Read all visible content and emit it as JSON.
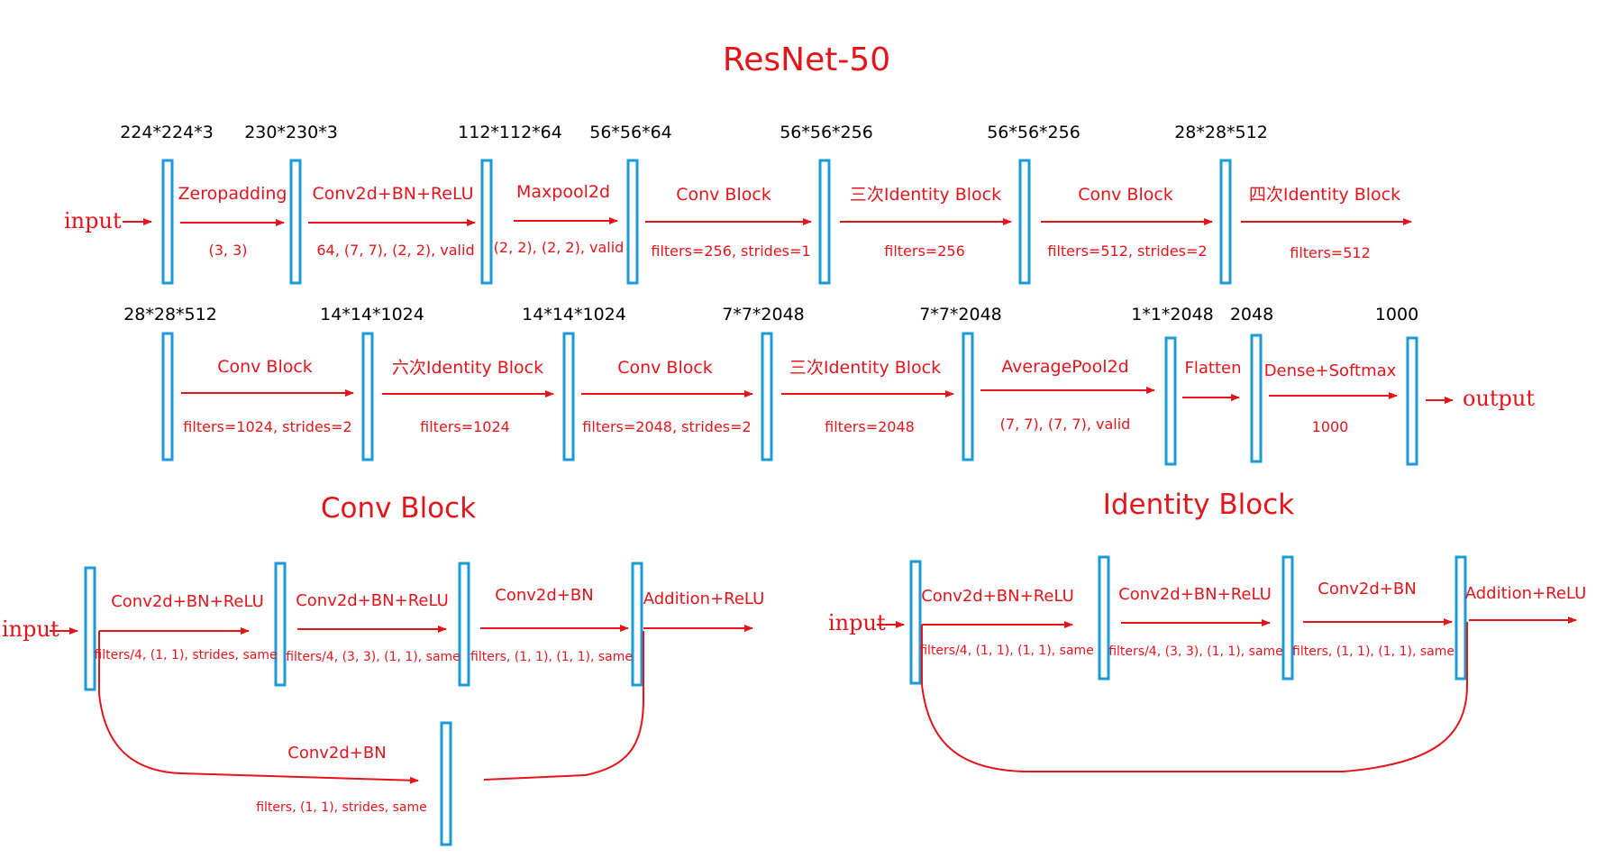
{
  "colors": {
    "accent": "#e4141b",
    "block": "#1a9ad6",
    "text": "#000000"
  },
  "title": "ResNet-50",
  "main": {
    "input_label": "input",
    "output_label": "output",
    "row1": {
      "dims": [
        "224*224*3",
        "230*230*3",
        "112*112*64",
        "56*56*64",
        "56*56*256",
        "56*56*256",
        "28*28*512"
      ],
      "stages": [
        {
          "name": "Zeropadding",
          "params": "(3, 3)"
        },
        {
          "name": "Conv2d+BN+ReLU",
          "params": "64, (7, 7), (2, 2), valid"
        },
        {
          "name": "Maxpool2d",
          "params": "(2, 2), (2, 2), valid"
        },
        {
          "name": "Conv Block",
          "params": "filters=256, strides=1"
        },
        {
          "name": "三次Identity Block",
          "params": "filters=256"
        },
        {
          "name": "Conv Block",
          "params": "filters=512, strides=2"
        },
        {
          "name": "四次Identity Block",
          "params": "filters=512"
        }
      ]
    },
    "row2": {
      "dims": [
        "28*28*512",
        "14*14*1024",
        "14*14*1024",
        "7*7*2048",
        "7*7*2048",
        "1*1*2048",
        "2048",
        "1000"
      ],
      "stages": [
        {
          "name": "Conv Block",
          "params": "filters=1024, strides=2"
        },
        {
          "name": "六次Identity Block",
          "params": "filters=1024"
        },
        {
          "name": "Conv Block",
          "params": "filters=2048, strides=2"
        },
        {
          "name": "三次Identity Block",
          "params": "filters=2048"
        },
        {
          "name": "AveragePool2d",
          "params": "(7, 7), (7, 7), valid"
        },
        {
          "name": "Flatten",
          "params": ""
        },
        {
          "name": "Dense+Softmax",
          "params": "1000"
        }
      ]
    }
  },
  "conv_block": {
    "title": "Conv Block",
    "input_label": "input",
    "stages": [
      {
        "name": "Conv2d+BN+ReLU",
        "params": "filters/4, (1, 1), strides, same"
      },
      {
        "name": "Conv2d+BN+ReLU",
        "params": "filters/4, (3, 3), (1, 1), same"
      },
      {
        "name": "Conv2d+BN",
        "params": "filters, (1, 1), (1, 1), same"
      },
      {
        "name": "Addition+ReLU",
        "params": ""
      }
    ],
    "shortcut": {
      "name": "Conv2d+BN",
      "params": "filters, (1, 1), strides, same"
    }
  },
  "identity_block": {
    "title": "Identity Block",
    "input_label": "input",
    "stages": [
      {
        "name": "Conv2d+BN+ReLU",
        "params": "filters/4, (1, 1), (1, 1), same"
      },
      {
        "name": "Conv2d+BN+ReLU",
        "params": "filters/4, (3, 3), (1, 1), same"
      },
      {
        "name": "Conv2d+BN",
        "params": "filters, (1, 1), (1, 1), same"
      },
      {
        "name": "Addition+ReLU",
        "params": ""
      }
    ]
  }
}
